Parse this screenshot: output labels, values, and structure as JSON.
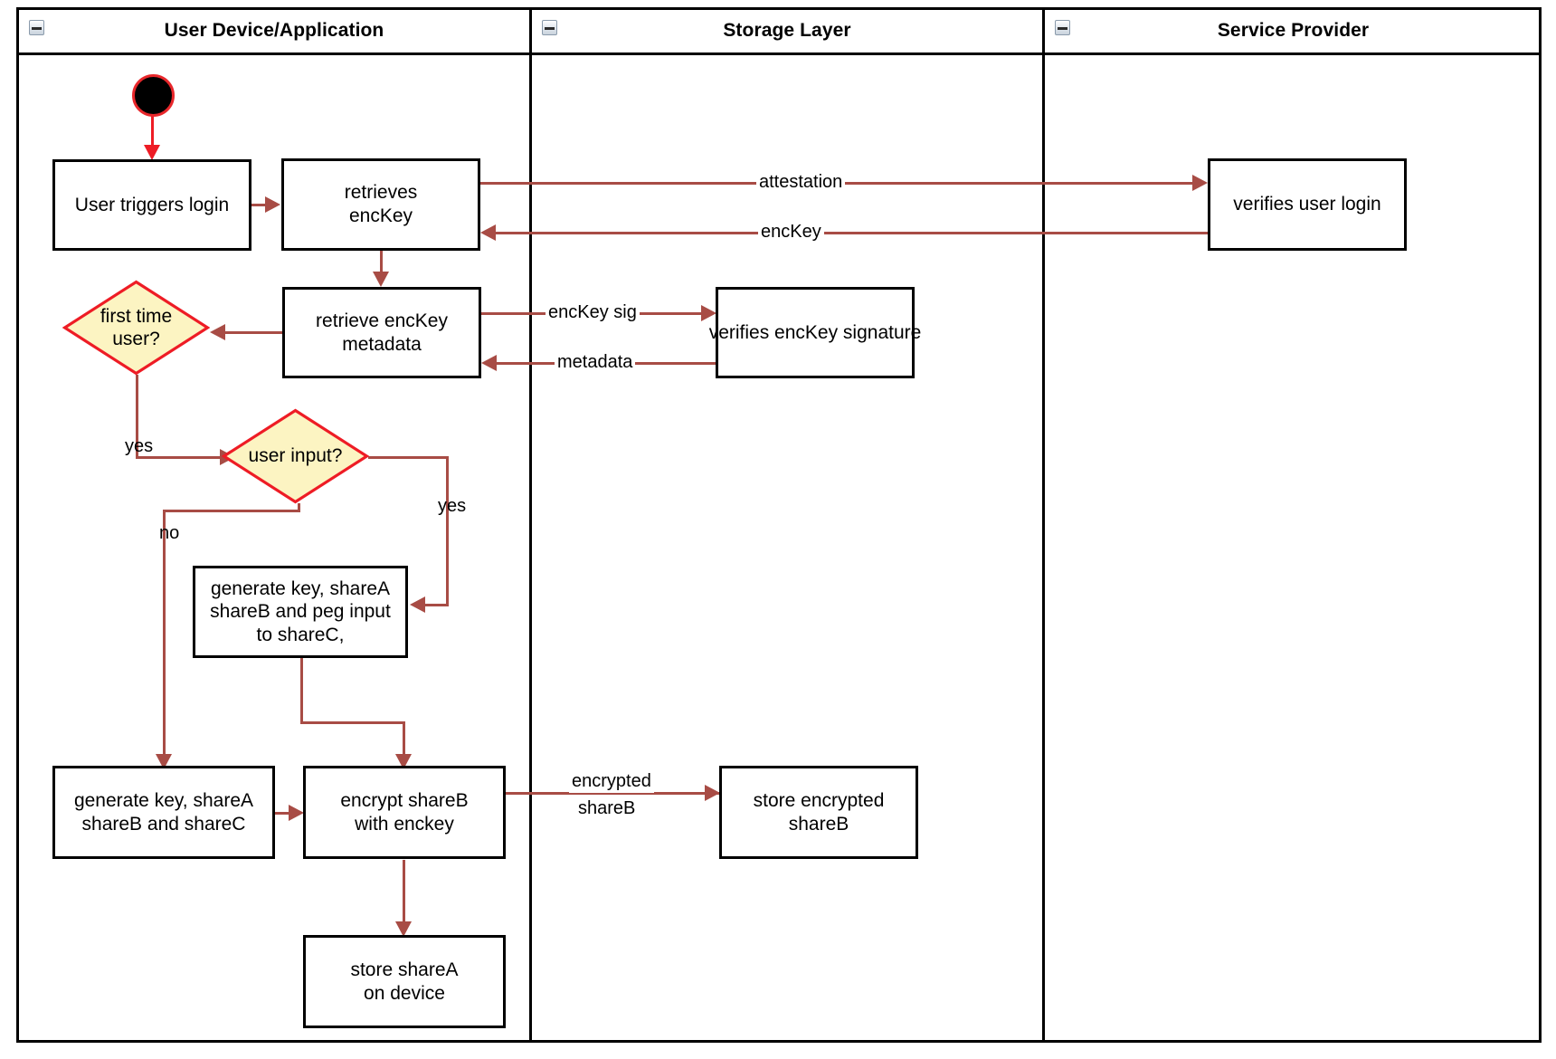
{
  "diagram": {
    "type": "uml-activity-swimlane",
    "title_text_present": false,
    "colors": {
      "edge": "#a84c45",
      "start_edge": "#ee1c25",
      "decision_fill": "#fcf4c2",
      "decision_stroke": "#ee1c25",
      "node_stroke": "#000000",
      "node_fill": "#ffffff",
      "frame": "#000000"
    }
  },
  "lanes": [
    {
      "id": "user-device",
      "title": "User Device/Application",
      "collapse_icon": "minus-icon"
    },
    {
      "id": "storage-layer",
      "title": "Storage Layer",
      "collapse_icon": "minus-icon"
    },
    {
      "id": "service-provider",
      "title": "Service Provider",
      "collapse_icon": "minus-icon"
    }
  ],
  "nodes": {
    "start": {
      "kind": "initial-node",
      "label": ""
    },
    "user_triggers_login": {
      "kind": "action",
      "lines": [
        "User triggers login"
      ]
    },
    "retrieves_enckey": {
      "kind": "action",
      "lines": [
        "retrieves",
        "encKey"
      ]
    },
    "verifies_user_login": {
      "kind": "action",
      "lines": [
        "verifies user login"
      ]
    },
    "retrieve_enckey_metadata": {
      "kind": "action",
      "lines": [
        "retrieve encKey",
        "metadata"
      ]
    },
    "verifies_enckey_signature": {
      "kind": "action",
      "lines": [
        "verifies encKey signature"
      ]
    },
    "first_time_user": {
      "kind": "decision",
      "lines": [
        "first time",
        "user?"
      ]
    },
    "user_input": {
      "kind": "decision",
      "lines": [
        "user input?"
      ]
    },
    "generate_peg": {
      "kind": "action",
      "lines": [
        "generate key, shareA",
        "shareB and peg input",
        "to shareC,"
      ]
    },
    "generate_shares": {
      "kind": "action",
      "lines": [
        "generate key, shareA",
        "shareB and shareC"
      ]
    },
    "encrypt_shareb": {
      "kind": "action",
      "lines": [
        "encrypt shareB",
        "with enckey"
      ]
    },
    "store_encrypted_shareb": {
      "kind": "action",
      "lines": [
        "store encrypted",
        "shareB"
      ]
    },
    "store_sharea": {
      "kind": "action",
      "lines": [
        "store shareA",
        "on device"
      ]
    }
  },
  "edge_labels": {
    "attestation": "attestation",
    "enckey": "encKey",
    "enckey_sig": "encKey sig",
    "metadata": "metadata",
    "encrypted_shareb_l1": "encrypted",
    "encrypted_shareb_l2": "shareB"
  },
  "guards": {
    "first_time_yes": "yes",
    "user_input_yes": "yes",
    "user_input_no": "no"
  }
}
